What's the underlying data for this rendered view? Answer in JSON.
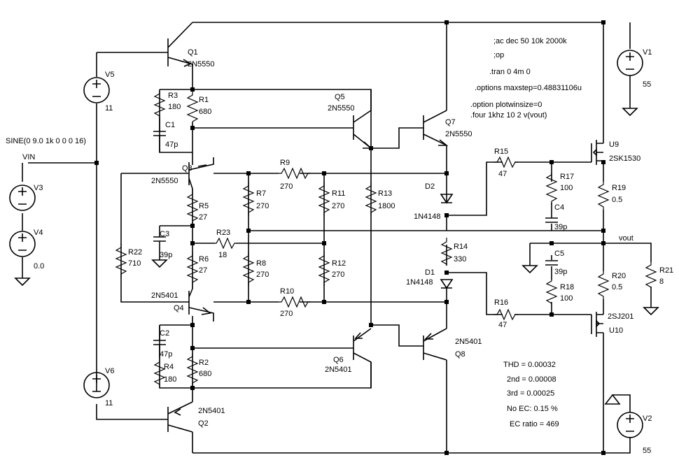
{
  "directives": [
    ";ac dec 50 10k 2000k",
    ";op",
    ".tran 0 4m 0",
    ".options maxstep=0.48831106u",
    ".option plotwinsize=0",
    ".four 1khz 10 2 v(vout)"
  ],
  "results": [
    "THD = 0.00032",
    "2nd = 0.00008",
    "3rd = 0.00025",
    "No EC: 0.15 %",
    "EC ratio = 469"
  ],
  "sources": {
    "v1": {
      "name": "V1",
      "value": "55"
    },
    "v2": {
      "name": "V2",
      "value": "55"
    },
    "v3": {
      "name": "V3",
      "value": "SINE(0 9.0 1k 0 0 0 16)"
    },
    "v4": {
      "name": "V4",
      "value": "0.0"
    },
    "v5": {
      "name": "V5",
      "value": "11"
    },
    "v6": {
      "name": "V6",
      "value": "11"
    }
  },
  "nets": {
    "vin": "VIN",
    "vout": "vout"
  },
  "transistors": {
    "q1": {
      "name": "Q1",
      "model": "2N5550"
    },
    "q2": {
      "name": "Q2",
      "model": "2N5401"
    },
    "q3": {
      "name": "Q3",
      "model": "2N5550"
    },
    "q4": {
      "name": "Q4",
      "model": "2N5401"
    },
    "q5": {
      "name": "Q5",
      "model": "2N5550"
    },
    "q6": {
      "name": "Q6",
      "model": "2N5401"
    },
    "q7": {
      "name": "Q7",
      "model": "2N5550"
    },
    "q8": {
      "name": "Q8",
      "model": "2N5401"
    },
    "u9": {
      "name": "U9",
      "model": "2SK1530"
    },
    "u10": {
      "name": "U10",
      "model": "2SJ201"
    }
  },
  "diodes": {
    "d1": {
      "name": "D1",
      "model": "1N4148"
    },
    "d2": {
      "name": "D2",
      "model": "1N4148"
    }
  },
  "resistors": {
    "r1": {
      "name": "R1",
      "value": "680"
    },
    "r2": {
      "name": "R2",
      "value": "680"
    },
    "r3": {
      "name": "R3",
      "value": "180"
    },
    "r4": {
      "name": "R4",
      "value": "180"
    },
    "r5": {
      "name": "R5",
      "value": "27"
    },
    "r6": {
      "name": "R6",
      "value": "27"
    },
    "r7": {
      "name": "R7",
      "value": "270"
    },
    "r8": {
      "name": "R8",
      "value": "270"
    },
    "r9": {
      "name": "R9",
      "value": "270"
    },
    "r10": {
      "name": "R10",
      "value": "270"
    },
    "r11": {
      "name": "R11",
      "value": "270"
    },
    "r12": {
      "name": "R12",
      "value": "270"
    },
    "r13": {
      "name": "R13",
      "value": "1800"
    },
    "r14": {
      "name": "R14",
      "value": "330"
    },
    "r15": {
      "name": "R15",
      "value": "47"
    },
    "r16": {
      "name": "R16",
      "value": "47"
    },
    "r17": {
      "name": "R17",
      "value": "100"
    },
    "r18": {
      "name": "R18",
      "value": "100"
    },
    "r19": {
      "name": "R19",
      "value": "0.5"
    },
    "r20": {
      "name": "R20",
      "value": "0.5"
    },
    "r21": {
      "name": "R21",
      "value": "8"
    },
    "r22": {
      "name": "R22",
      "value": "710"
    },
    "r23": {
      "name": "R23",
      "value": "18"
    }
  },
  "capacitors": {
    "c1": {
      "name": "C1",
      "value": "47p"
    },
    "c2": {
      "name": "C2",
      "value": "47p"
    },
    "c3": {
      "name": "C3",
      "value": "39p"
    },
    "c4": {
      "name": "C4",
      "value": "39p"
    },
    "c5": {
      "name": "C5",
      "value": "39p"
    }
  }
}
